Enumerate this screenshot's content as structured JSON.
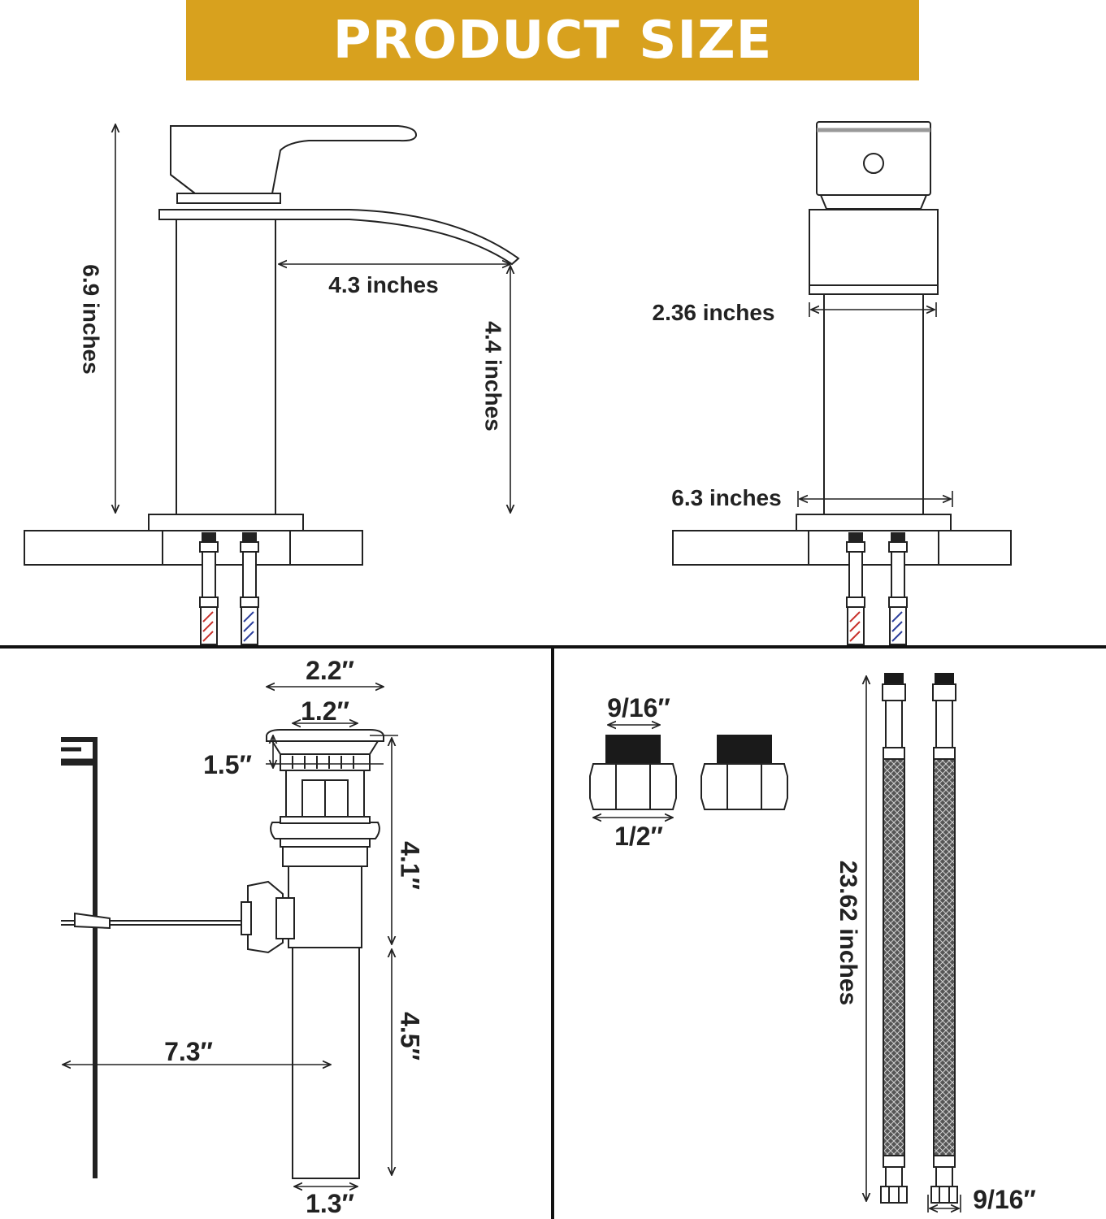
{
  "banner": {
    "title": "PRODUCT SIZE",
    "color": "#d8a11e"
  },
  "faucet_side": {
    "height": "6.9 inches",
    "spout_reach": "4.3 inches",
    "spout_height": "4.4 inches"
  },
  "faucet_front": {
    "body_width": "2.36 inches",
    "base_width": "6.3 inches"
  },
  "drain": {
    "top_width": "2.2″",
    "inner_width": "1.2″",
    "flange_height": "1.5″",
    "upper_length": "4.1″",
    "lower_length": "4.5″",
    "rod_length": "7.3″",
    "tail_width": "1.3″"
  },
  "adapters": {
    "top_size": "9/16″",
    "bottom_size": "1/2″"
  },
  "hoses": {
    "length": "23.62 inches",
    "end_size": "9/16″"
  },
  "colors": {
    "hot": "#c8312b",
    "cold": "#2c3f9c",
    "line": "#222222"
  }
}
